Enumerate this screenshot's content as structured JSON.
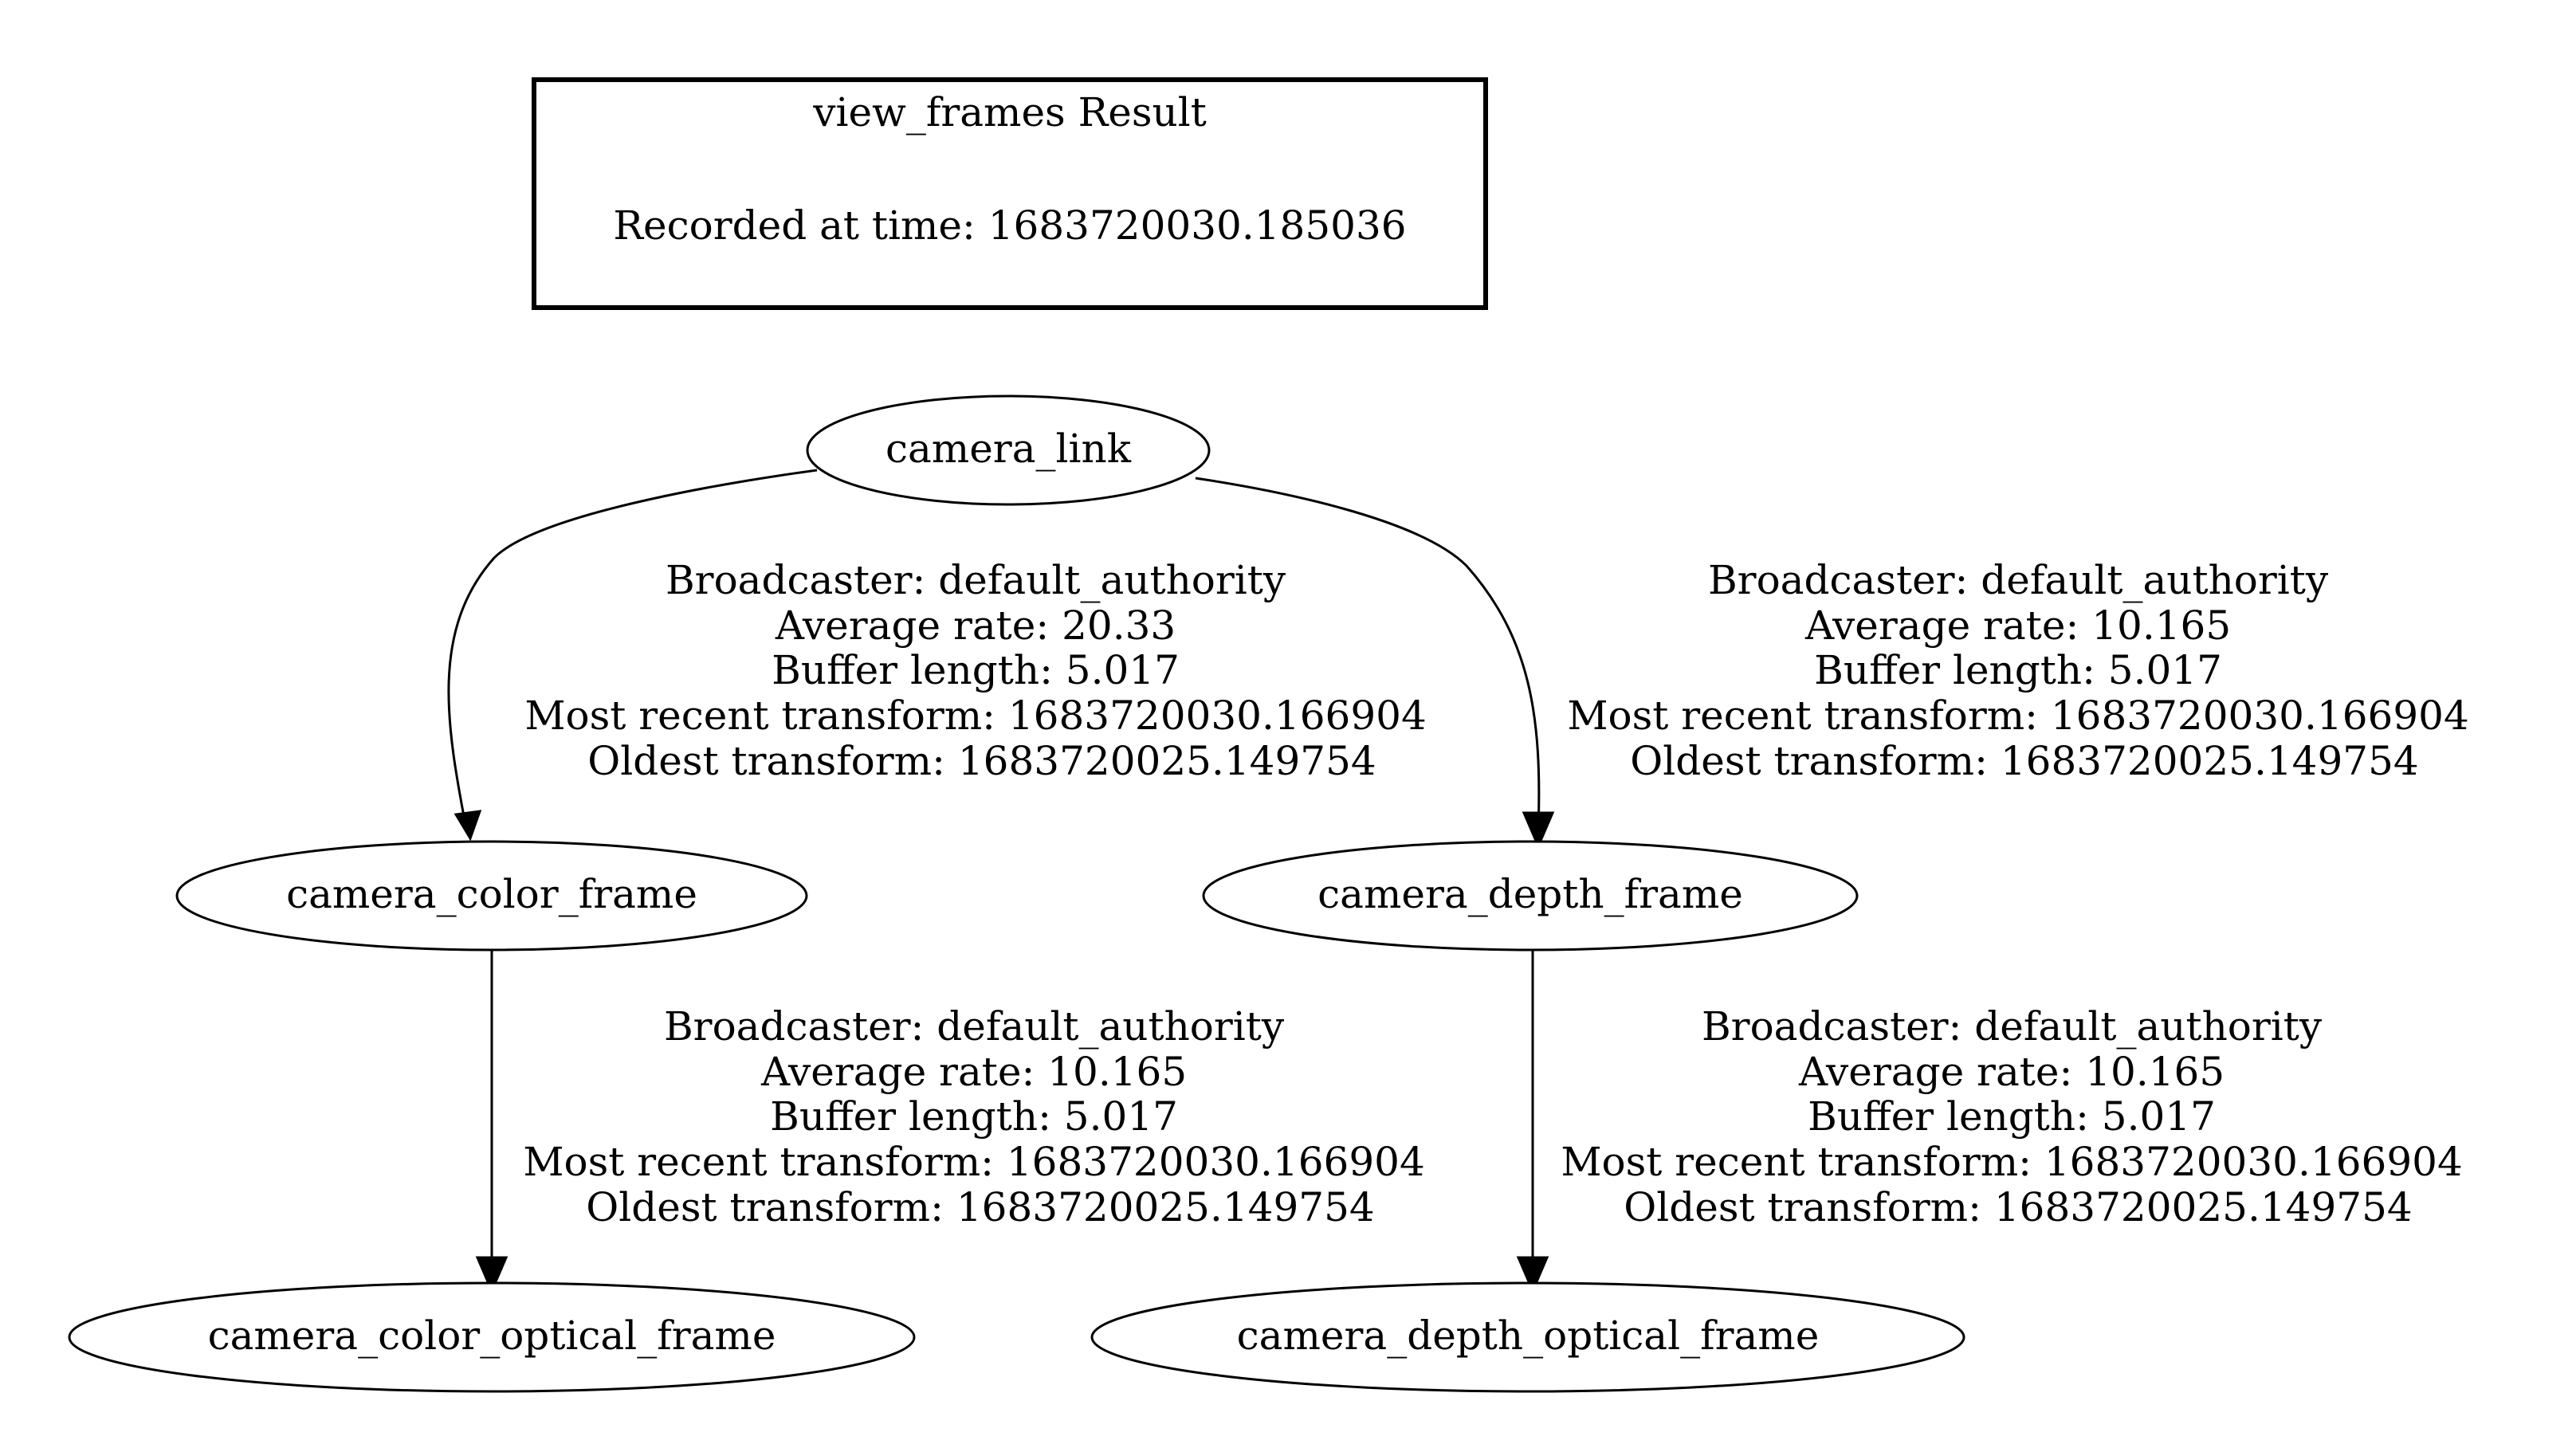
{
  "title_box": {
    "heading": "view_frames Result",
    "recorded": "Recorded at time: 1683720030.185036"
  },
  "nodes": {
    "camera_link": "camera_link",
    "camera_color_frame": "camera_color_frame",
    "camera_depth_frame": "camera_depth_frame",
    "camera_color_optical_frame": "camera_color_optical_frame",
    "camera_depth_optical_frame": "camera_depth_optical_frame"
  },
  "edges": [
    {
      "from": "camera_link",
      "to": "camera_color_frame",
      "broadcaster": "Broadcaster: default_authority",
      "average_rate": "Average rate: 20.33",
      "buffer_length": "Buffer length: 5.017",
      "most_recent": "Most recent transform: 1683720030.166904",
      "oldest": "Oldest transform: 1683720025.149754"
    },
    {
      "from": "camera_link",
      "to": "camera_depth_frame",
      "broadcaster": "Broadcaster: default_authority",
      "average_rate": "Average rate: 10.165",
      "buffer_length": "Buffer length: 5.017",
      "most_recent": "Most recent transform: 1683720030.166904",
      "oldest": "Oldest transform: 1683720025.149754"
    },
    {
      "from": "camera_color_frame",
      "to": "camera_color_optical_frame",
      "broadcaster": "Broadcaster: default_authority",
      "average_rate": "Average rate: 10.165",
      "buffer_length": "Buffer length: 5.017",
      "most_recent": "Most recent transform: 1683720030.166904",
      "oldest": "Oldest transform: 1683720025.149754"
    },
    {
      "from": "camera_depth_frame",
      "to": "camera_depth_optical_frame",
      "broadcaster": "Broadcaster: default_authority",
      "average_rate": "Average rate: 10.165",
      "buffer_length": "Buffer length: 5.017",
      "most_recent": "Most recent transform: 1683720030.166904",
      "oldest": "Oldest transform: 1683720025.149754"
    }
  ]
}
